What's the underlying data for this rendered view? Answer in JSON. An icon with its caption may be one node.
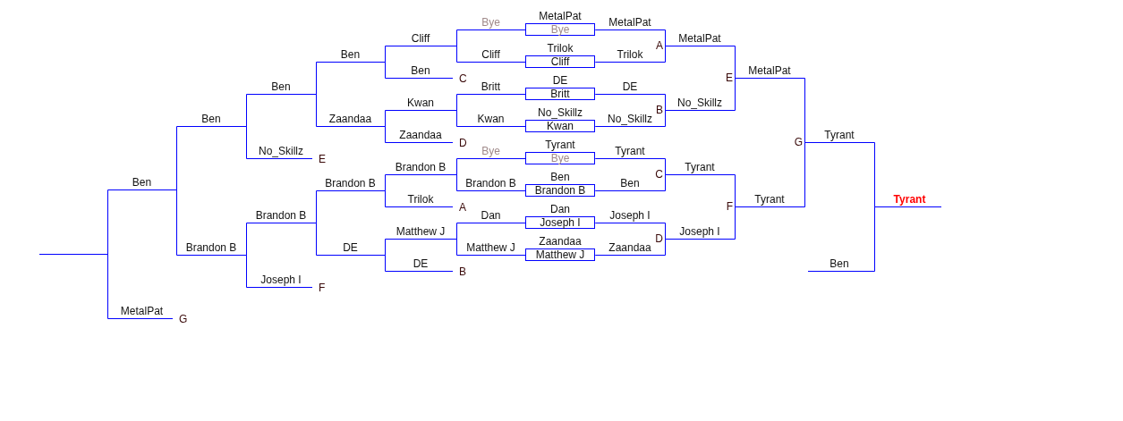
{
  "diagram": {
    "nodes": [
      {
        "text": [],
        "shape": "line"
      },
      {
        "text": [
          "Ben"
        ]
      },
      {
        "text": [
          "MetalPat"
        ],
        "beside": [
          "G"
        ]
      },
      {
        "text": [
          "Ben"
        ]
      },
      {
        "text": [
          "Brandon B"
        ]
      },
      {
        "text": [
          "Ben"
        ]
      },
      {
        "text": [
          "No_Skillz"
        ],
        "beside": [
          "E"
        ]
      },
      {
        "text": [
          "Brandon B"
        ]
      },
      {
        "text": [
          "Joseph I"
        ],
        "beside": [
          "F"
        ]
      },
      {
        "text": [
          "Ben"
        ]
      },
      {
        "text": [
          "Zaandaa"
        ]
      },
      {
        "text": [
          "Brandon B"
        ]
      },
      {
        "text": [
          "DE"
        ]
      },
      {
        "text": [
          "Cliff"
        ]
      },
      {
        "text": [
          "Ben"
        ],
        "beside": [
          "C"
        ]
      },
      {
        "text": [
          "Kwan"
        ]
      },
      {
        "text": [
          "Zaandaa"
        ],
        "beside": [
          "D"
        ]
      },
      {
        "text": [
          "Brandon B"
        ]
      },
      {
        "text": [
          "Trilok"
        ],
        "beside": [
          "A"
        ]
      },
      {
        "text": [
          "Matthew J"
        ]
      },
      {
        "text": [
          "DE"
        ],
        "beside": [
          "B"
        ]
      },
      {
        "text": [
          "Bye"
        ]
      },
      {
        "text": [
          "Cliff"
        ]
      },
      {
        "text": [
          "Britt"
        ]
      },
      {
        "text": [
          "Kwan"
        ]
      },
      {
        "text": [
          "Bye"
        ]
      },
      {
        "text": [
          "Brandon B"
        ]
      },
      {
        "text": [
          "Dan"
        ]
      },
      {
        "text": [
          "Matthew J"
        ]
      },
      {
        "text": [
          "MetalPat",
          "Bye"
        ]
      },
      {
        "text": [
          "Trilok",
          "Cliff"
        ]
      },
      {
        "text": [
          "DE",
          "Britt"
        ]
      },
      {
        "text": [
          "No_Skillz",
          "Kwan"
        ]
      },
      {
        "text": [
          "Tyrant",
          "Bye"
        ]
      },
      {
        "text": [
          "Ben",
          "Brandon B"
        ]
      },
      {
        "text": [
          "Dan",
          "Joseph I"
        ]
      },
      {
        "text": [
          "Zaandaa",
          "Matthew J"
        ]
      },
      {
        "text": [
          "MetalPat"
        ]
      },
      {
        "text": [
          "Trilok"
        ]
      },
      {
        "text": [
          "DE"
        ]
      },
      {
        "text": [
          "No_Skillz"
        ]
      },
      {
        "text": [
          "Tyrant"
        ]
      },
      {
        "text": [
          "Ben"
        ]
      },
      {
        "text": [
          "Joseph I"
        ]
      },
      {
        "text": [
          "Zaandaa"
        ]
      },
      {
        "text": [
          "MetalPat"
        ]
      },
      {
        "text": [
          "No_Skillz"
        ]
      },
      {
        "text": [
          "Tyrant"
        ]
      },
      {
        "text": [
          "Joseph I"
        ]
      },
      {
        "text": [
          "MetalPat"
        ]
      },
      {
        "text": [
          "Tyrant"
        ]
      },
      {
        "text": [
          "Tyrant"
        ]
      },
      {
        "text": [
          "Ben"
        ]
      },
      {
        "text": [
          "Tyrant"
        ]
      }
    ],
    "edges": [
      {
        "from": 21,
        "to": 13,
        "arrow": "none"
      },
      {
        "from": 22,
        "to": 13,
        "arrow": "none"
      },
      {
        "from": 23,
        "to": 15,
        "arrow": "none"
      },
      {
        "from": 24,
        "to": 15,
        "arrow": "none"
      },
      {
        "from": 25,
        "to": 17,
        "arrow": "none"
      },
      {
        "from": 26,
        "to": 17,
        "arrow": "none"
      },
      {
        "from": 27,
        "to": 19,
        "arrow": "none"
      },
      {
        "from": 28,
        "to": 19,
        "arrow": "none"
      },
      {
        "from": 13,
        "to": 9,
        "arrow": "none"
      },
      {
        "from": 14,
        "to": 9,
        "arrow": "none"
      },
      {
        "from": 15,
        "to": 10,
        "arrow": "none"
      },
      {
        "from": 16,
        "to": 10,
        "arrow": "none"
      },
      {
        "from": 17,
        "to": 11,
        "arrow": "none"
      },
      {
        "from": 18,
        "to": 11,
        "arrow": "none"
      },
      {
        "from": 19,
        "to": 12,
        "arrow": "none"
      },
      {
        "from": 20,
        "to": 12,
        "arrow": "none"
      },
      {
        "from": 9,
        "to": 5,
        "arrow": "none"
      },
      {
        "from": 10,
        "to": 5,
        "arrow": "none"
      },
      {
        "from": 11,
        "to": 7,
        "arrow": "none"
      },
      {
        "from": 12,
        "to": 7,
        "arrow": "none"
      },
      {
        "from": 5,
        "to": 3,
        "arrow": "none"
      },
      {
        "from": 6,
        "to": 3,
        "arrow": "none"
      },
      {
        "from": 7,
        "to": 4,
        "arrow": "none"
      },
      {
        "from": 8,
        "to": 4,
        "arrow": "none"
      },
      {
        "from": 3,
        "to": 1,
        "arrow": "none"
      },
      {
        "from": 4,
        "to": 1,
        "arrow": "none"
      },
      {
        "from": 1,
        "to": 0,
        "arrow": "none"
      },
      {
        "from": 2,
        "to": 0,
        "arrow": "none"
      },
      {
        "from": 21,
        "to": 29,
        "arrow": "none"
      },
      {
        "from": 22,
        "to": 30,
        "arrow": "none"
      },
      {
        "from": 23,
        "to": 31,
        "arrow": "none"
      },
      {
        "from": 24,
        "to": 32,
        "arrow": "none"
      },
      {
        "from": 25,
        "to": 33,
        "arrow": "none"
      },
      {
        "from": 26,
        "to": 34,
        "arrow": "none"
      },
      {
        "from": 27,
        "to": 35,
        "arrow": "none"
      },
      {
        "from": 28,
        "to": 36,
        "arrow": "none"
      },
      {
        "from": 29,
        "to": 37,
        "arrow": "none"
      },
      {
        "from": 30,
        "to": 38,
        "arrow": "none"
      },
      {
        "from": 31,
        "to": 39,
        "arrow": "none"
      },
      {
        "from": 32,
        "to": 40,
        "arrow": "none"
      },
      {
        "from": 33,
        "to": 41,
        "arrow": "none"
      },
      {
        "from": 34,
        "to": 42,
        "arrow": "none"
      },
      {
        "from": 35,
        "to": 43,
        "arrow": "none"
      },
      {
        "from": 36,
        "to": 44,
        "arrow": "none"
      },
      {
        "from": 37,
        "to": 45,
        "arrow": "none"
      },
      {
        "from": 38,
        "to": 45,
        "arrow": "none"
      },
      {
        "from": 39,
        "to": 46,
        "arrow": "none"
      },
      {
        "from": 40,
        "to": 46,
        "arrow": "none"
      },
      {
        "from": 41,
        "to": 47,
        "arrow": "none"
      },
      {
        "from": 42,
        "to": 47,
        "arrow": "none"
      },
      {
        "from": 43,
        "to": 48,
        "arrow": "none"
      },
      {
        "from": 44,
        "to": 48,
        "arrow": "none"
      },
      {
        "from": 45,
        "to": 49,
        "arrow": "none"
      },
      {
        "from": 46,
        "to": 49,
        "arrow": "none"
      },
      {
        "from": 47,
        "to": 50,
        "arrow": "none"
      },
      {
        "from": 48,
        "to": 50,
        "arrow": "none"
      },
      {
        "from": 49,
        "to": 51,
        "arrow": "none"
      },
      {
        "from": 50,
        "to": 51,
        "arrow": "none"
      },
      {
        "from": 51,
        "to": 53,
        "arrow": "none"
      },
      {
        "from": 52,
        "to": 53,
        "arrow": "none"
      }
    ],
    "labels": [
      "A",
      "E",
      "B",
      "G",
      "C",
      "F",
      "D"
    ]
  }
}
